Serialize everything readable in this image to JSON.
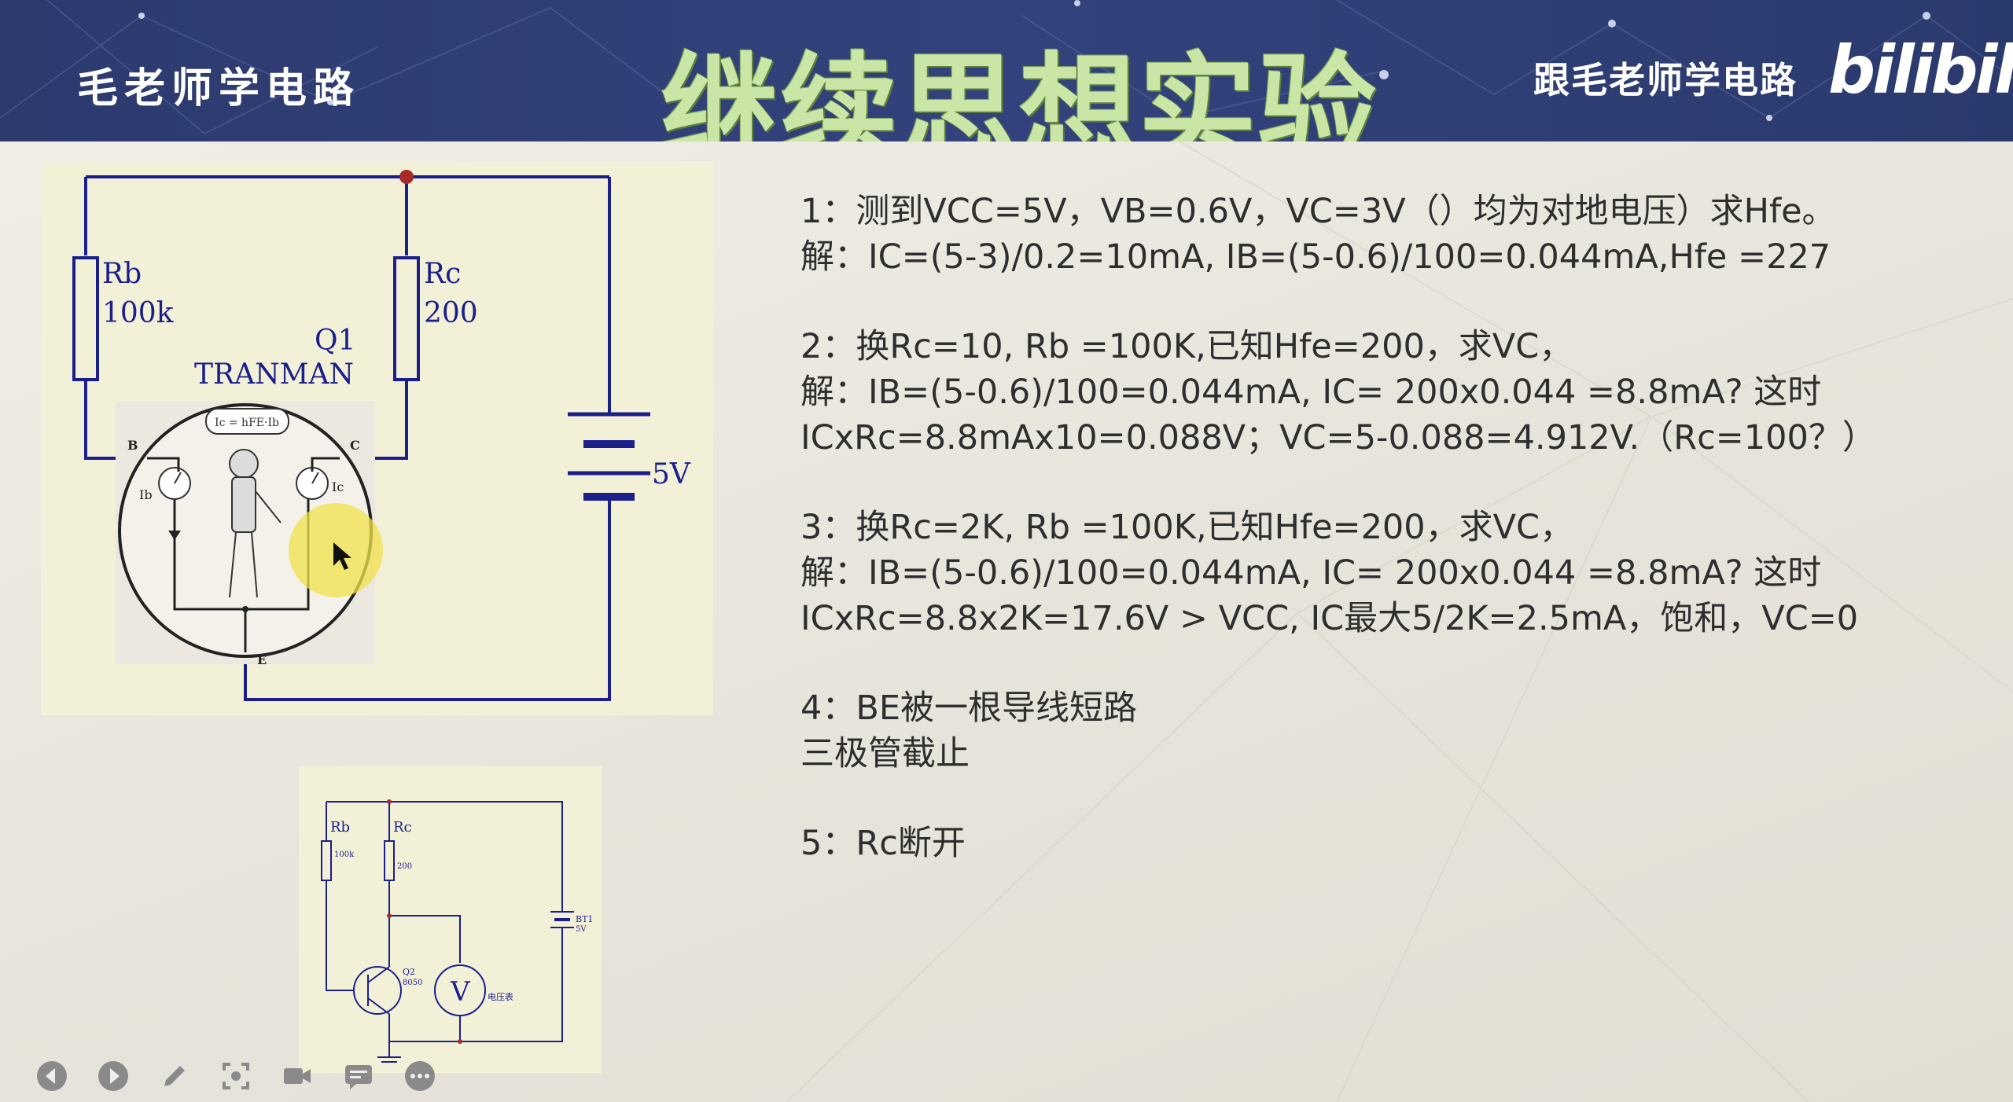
{
  "header": {
    "brand_left": "毛老师学电路",
    "title": "继续思想实验",
    "brand_right": "跟毛老师学电路",
    "logo": "bilibili"
  },
  "circuit_main": {
    "rb_name": "Rb",
    "rb_value": "100k",
    "rc_name": "Rc",
    "rc_value": "200",
    "transistor_name": "Q1",
    "transistor_model": "TRANMAN",
    "battery_label": "5V",
    "pin_b": "B",
    "pin_c": "C",
    "pin_e": "E",
    "label_ib": "Ib",
    "label_ic": "Ic",
    "formula": "Ic = hFE·Ib"
  },
  "circuit_small": {
    "rb_name": "Rb",
    "rb_value": "100k",
    "rc_name": "Rc",
    "rc_value": "200",
    "q_name": "Q2",
    "q_model": "8050",
    "bt_name": "BT1",
    "bt_value": "5V",
    "meter_label": "电压表",
    "meter_symbol": "V"
  },
  "qa": {
    "q1_line1": "1：测到VCC=5V，VB=0.6V，VC=3V（）均为对地电压）求Hfe。",
    "q1_line2": "解：IC=(5-3)/0.2=10mA, IB=(5-0.6)/100=0.044mA,Hfe =227",
    "q2_line1": "2：换Rc=10, Rb =100K,已知Hfe=200，求VC，",
    "q2_line2": "解：IB=(5-0.6)/100=0.044mA, IC= 200x0.044 =8.8mA? 这时",
    "q2_line3": "ICxRc=8.8mAx10=0.088V；VC=5-0.088=4.912V.（Rc=100？）",
    "q3_line1": "3：换Rc=2K, Rb =100K,已知Hfe=200，求VC，",
    "q3_line2": "解：IB=(5-0.6)/100=0.044mA, IC= 200x0.044 =8.8mA? 这时",
    "q3_line3": "ICxRc=8.8x2K=17.6V > VCC, IC最大5/2K=2.5mA，饱和，VC=0",
    "q4_line1": "4：BE被一根导线短路",
    "q4_line2": "三极管截止",
    "q5_line1": "5：Rc断开"
  },
  "toolbar": {
    "icons": [
      "prev-icon",
      "next-icon",
      "pen-icon",
      "screenshot-icon",
      "camera-icon",
      "comment-icon",
      "more-icon"
    ]
  },
  "colors": {
    "header_bg": "#2f3e75",
    "title_green": "#c9e6a6",
    "wire_blue": "#1a1f8a",
    "highlight_yellow": "#f2e24a"
  }
}
